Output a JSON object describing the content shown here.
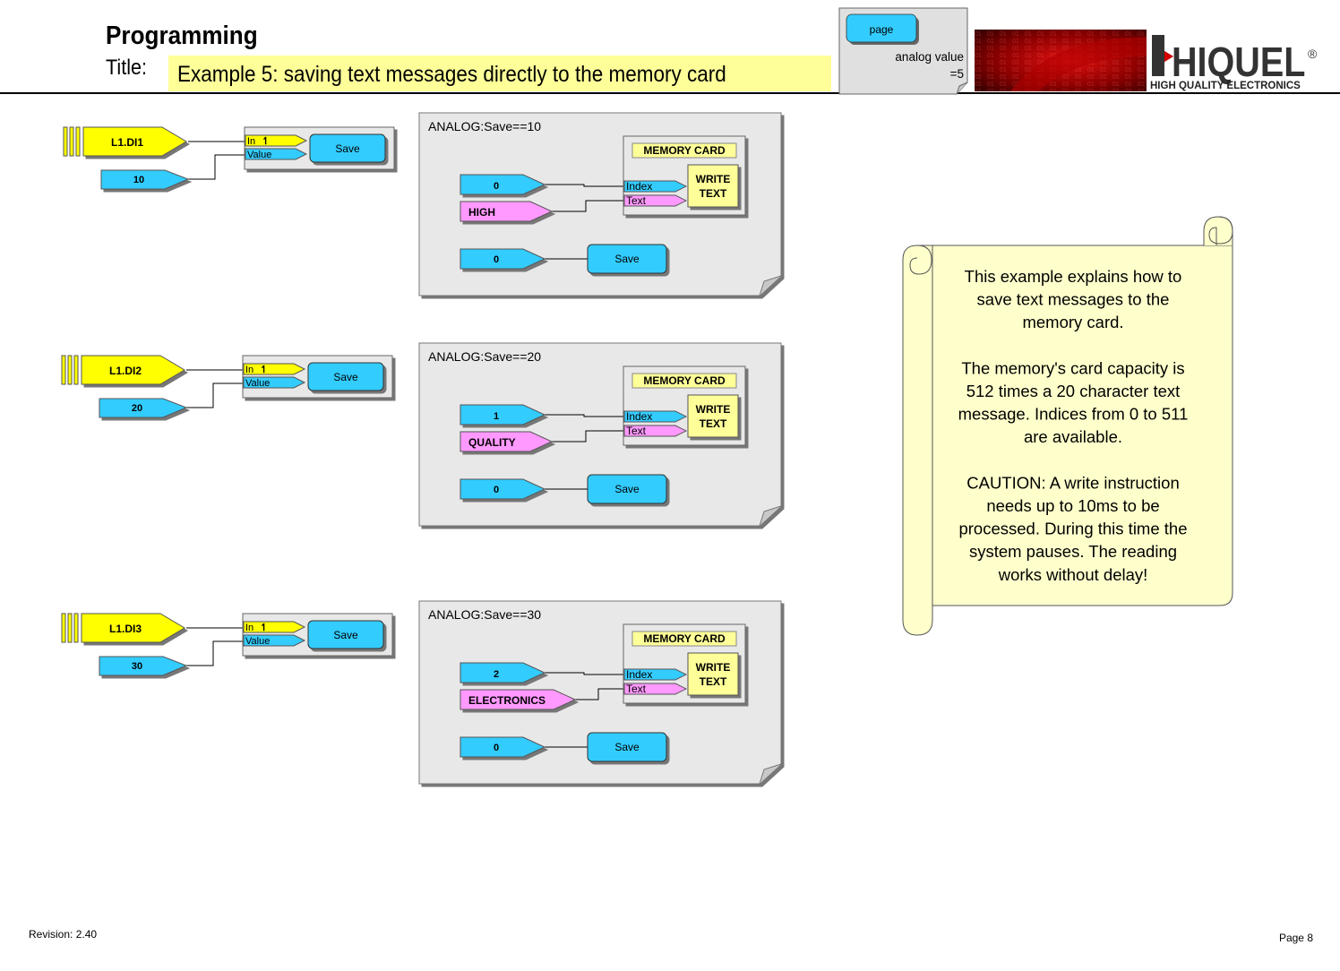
{
  "header": {
    "heading": "Programming",
    "title_label": "Title:",
    "title_text": "Example 5: saving text messages directly to the memory card"
  },
  "page_note": {
    "button_label": "page",
    "line1": "analog value",
    "line2": "=5"
  },
  "logo": {
    "brand": "HIQUEL",
    "registered": "®",
    "tagline": "HIGH QUALITY ELECTRONICS"
  },
  "left_rows": [
    {
      "input": "L1.DI1",
      "value": "10",
      "in_label": "In",
      "value_label": "Value",
      "block": "Save"
    },
    {
      "input": "L1.DI2",
      "value": "20",
      "in_label": "In",
      "value_label": "Value",
      "block": "Save"
    },
    {
      "input": "L1.DI3",
      "value": "30",
      "in_label": "In",
      "value_label": "Value",
      "block": "Save"
    }
  ],
  "panels": [
    {
      "title": "ANALOG:Save==10",
      "index": "0",
      "text": "HIGH",
      "mc_title": "MEMORY CARD",
      "index_label": "Index",
      "text_label": "Text",
      "write": "WRITE",
      "write2": "TEXT",
      "save_value": "0",
      "save": "Save"
    },
    {
      "title": "ANALOG:Save==20",
      "index": "1",
      "text": "QUALITY",
      "mc_title": "MEMORY CARD",
      "index_label": "Index",
      "text_label": "Text",
      "write": "WRITE",
      "write2": "TEXT",
      "save_value": "0",
      "save": "Save"
    },
    {
      "title": "ANALOG:Save==30",
      "index": "2",
      "text": "ELECTRONICS",
      "mc_title": "MEMORY CARD",
      "index_label": "Index",
      "text_label": "Text",
      "write": "WRITE",
      "write2": "TEXT",
      "save_value": "0",
      "save": "Save"
    }
  ],
  "scroll": {
    "lines": [
      "This example explains how to",
      "save text messages to the",
      "memory card.",
      "",
      "The memory's card capacity is",
      "512 times a 20 character text",
      "message. Indices from 0 to 511",
      "are available.",
      "",
      "CAUTION: A write instruction",
      "needs up to 10ms to be",
      "processed. During this time the",
      "system pauses. The reading",
      "works without delay!"
    ]
  },
  "footer": {
    "revision": "Revision: 2.40",
    "page": "Page 8"
  },
  "colors": {
    "yellow": "#ffff00",
    "blue": "#33ccff",
    "pink": "#ff99ff",
    "panel": "#e8e8e8",
    "scroll": "#ffffcc",
    "title_bg": "#ffff99",
    "logo_red": "#d40000"
  }
}
